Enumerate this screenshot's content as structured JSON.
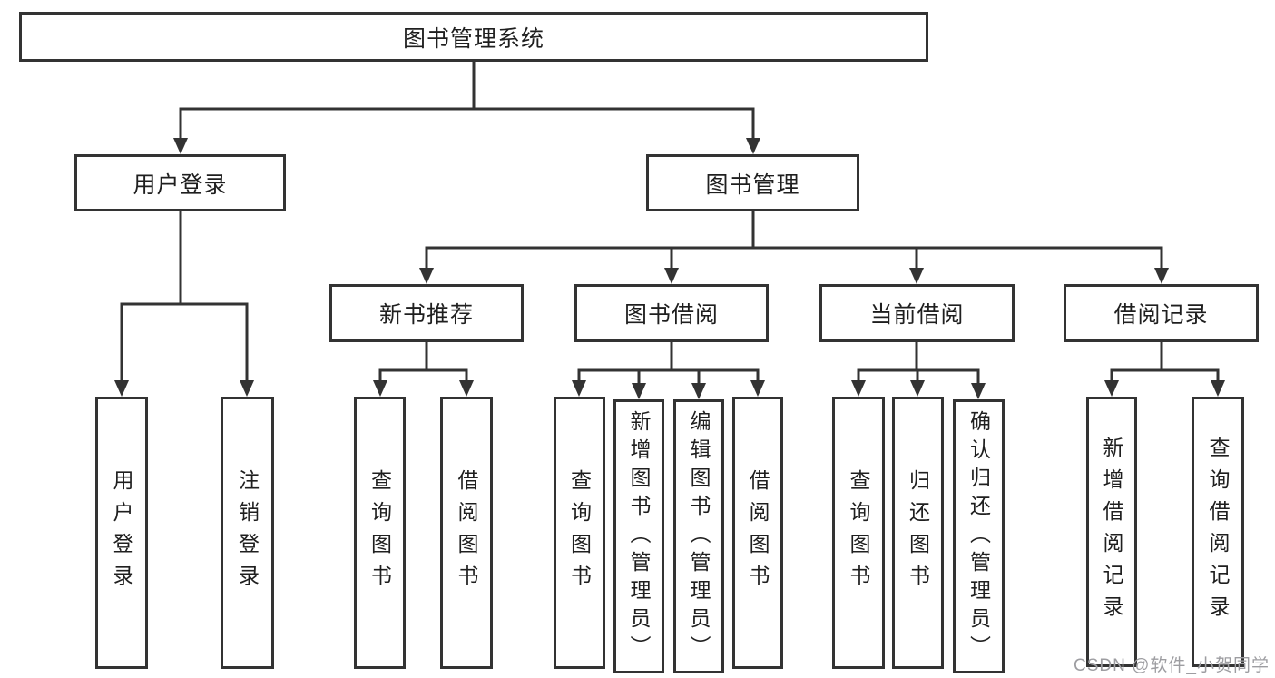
{
  "diagram": {
    "title": "图书管理系统",
    "root": {
      "label": "图书管理系统"
    },
    "level2": {
      "user_login": {
        "label": "用户登录"
      },
      "book_management": {
        "label": "图书管理"
      }
    },
    "level3": {
      "new_book_recommend": {
        "label": "新书推荐"
      },
      "book_borrowing": {
        "label": "图书借阅"
      },
      "current_borrowing": {
        "label": "当前借阅"
      },
      "borrowing_records": {
        "label": "借阅记录"
      }
    },
    "leaves": {
      "user_login_children": [
        {
          "label": "用户登录"
        },
        {
          "label": "注销登录"
        }
      ],
      "new_book_children": [
        {
          "label": "查询图书"
        },
        {
          "label": "借阅图书"
        }
      ],
      "book_borrowing_children": [
        {
          "label": "查询图书"
        },
        {
          "label": "新增图书（管理员）"
        },
        {
          "label": "编辑图书（管理员）"
        },
        {
          "label": "借阅图书"
        }
      ],
      "current_borrowing_children": [
        {
          "label": "查询图书"
        },
        {
          "label": "归还图书"
        },
        {
          "label": "确认归还（管理员）"
        }
      ],
      "borrowing_records_children": [
        {
          "label": "新增借阅记录"
        },
        {
          "label": "查询借阅记录"
        }
      ]
    }
  },
  "watermark": {
    "text": "CSDN @软件_小贺同学"
  },
  "colors": {
    "line": "#333333",
    "box_border": "#333333",
    "text": "#1f1f1f",
    "background": "#ffffff",
    "watermark": "#9d9da1"
  }
}
